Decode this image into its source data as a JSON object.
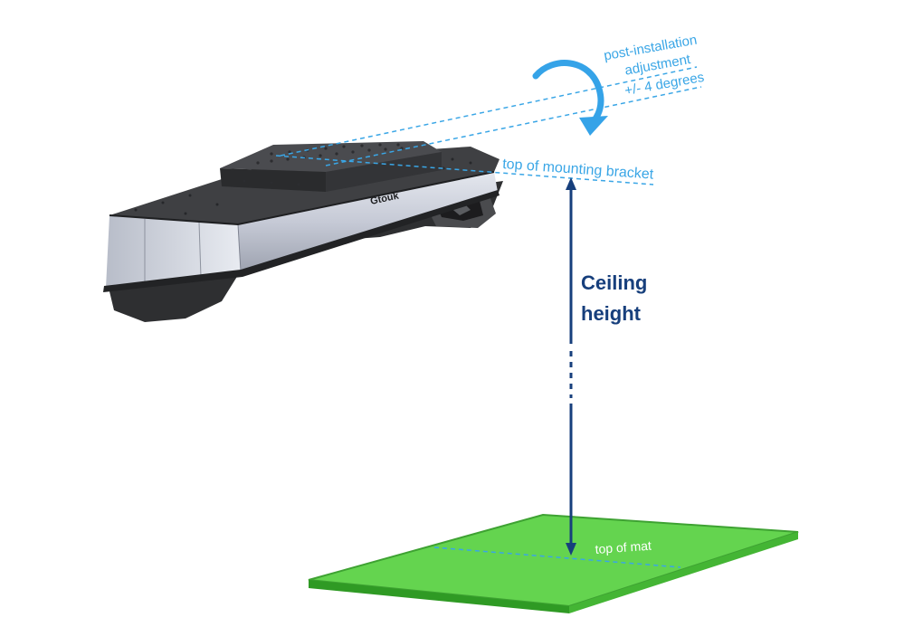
{
  "labels": {
    "rotation_line1": "post-installation",
    "rotation_line2": "adjustment",
    "rotation_line3": "+/- 4 degrees",
    "bracket": "top of mounting bracket",
    "height_line1": "Ceiling",
    "height_line2": "height",
    "mat": "top of mat",
    "logo": "Gtouk"
  },
  "colors": {
    "accent_blue": "#3aa6e6",
    "dark_blue": "#173f7c",
    "mat_green": "#5fcf4a",
    "device_dark": "#3a3b3d",
    "device_band": "#c9cdd8"
  },
  "icons": [
    "rotation-arrow-icon",
    "double-arrow-icon"
  ]
}
